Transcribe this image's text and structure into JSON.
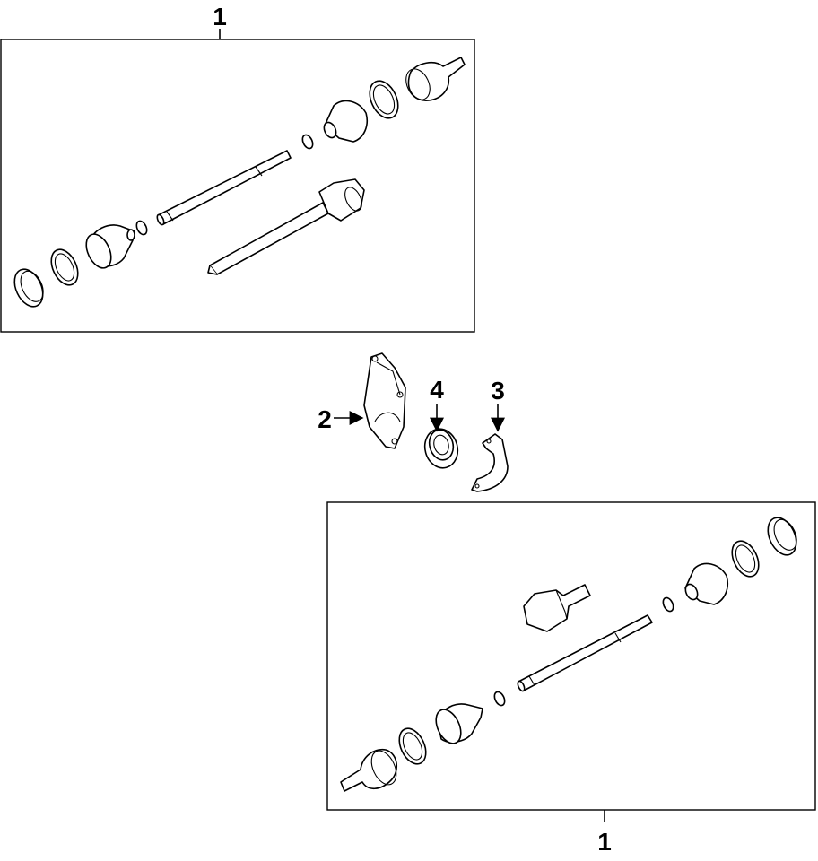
{
  "callouts": {
    "upper_assembly": "1",
    "lower_assembly": "1",
    "bracket": "2",
    "clamp": "3",
    "bearing": "4"
  }
}
